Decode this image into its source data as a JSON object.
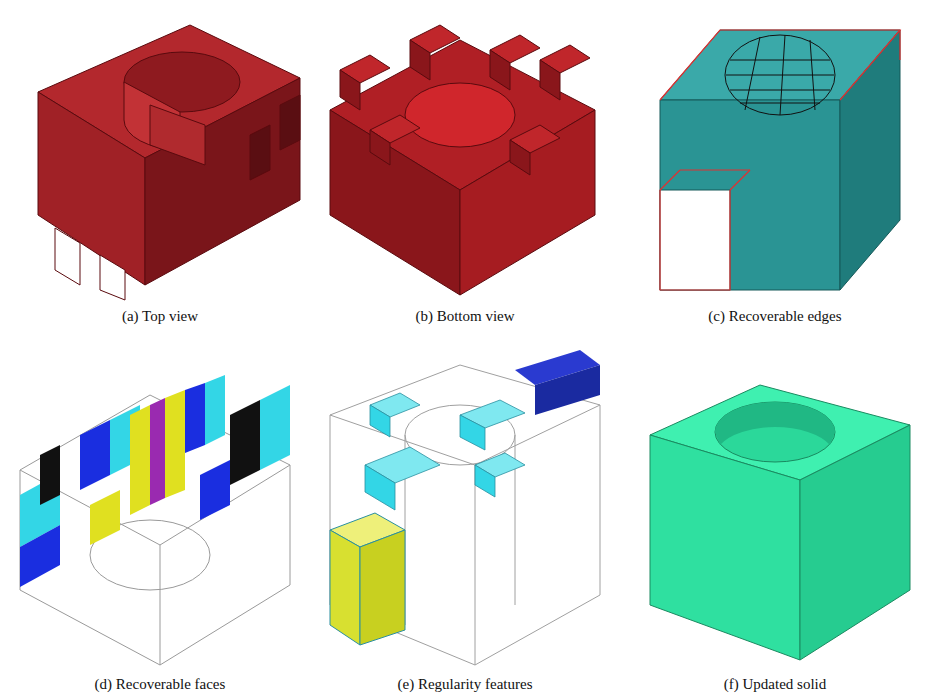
{
  "diagram": {
    "labels": [
      "(a) Top view",
      "(b) Bottom view",
      "(c) Recoverable edges",
      "(d) Recoverable faces",
      "(e) Regularity features",
      "(f) Updated solid"
    ]
  }
}
